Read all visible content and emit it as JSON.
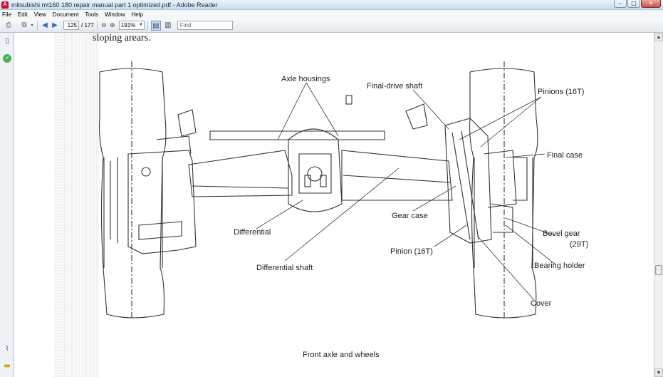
{
  "window": {
    "title": "mitsubishi mt160 180 repair manual part 1 optimized.pdf - Adobe Reader",
    "minimize": "–",
    "maximize": "□",
    "close": "✕"
  },
  "menu": [
    "File",
    "Edit",
    "View",
    "Document",
    "Tools",
    "Window",
    "Help"
  ],
  "toolbar": {
    "page_current": "125",
    "page_total": "/ 177",
    "zoom": "191%",
    "find_placeholder": "Find"
  },
  "document": {
    "body_text": "sloping arears.",
    "labels": {
      "axle_housings": "Axle housings",
      "final_drive_shaft": "Final-drive shaft",
      "pinions_16t": "Pinions (16T)",
      "final_case": "Final case",
      "gear_case": "Gear case",
      "differential": "Differential",
      "bevel_gear": "Bevel gear",
      "bevel_gear_teeth": "(29T)",
      "pinion_16t": "Pinion (16T)",
      "bearing_holder": "Bearing holder",
      "differential_shaft": "Differential shaft",
      "cover": "Cover"
    },
    "caption": "Front axle and wheels"
  },
  "icons": {
    "print": "printer-icon",
    "share": "share-icon",
    "prev": "arrow-up-icon",
    "next": "arrow-down-icon",
    "zoom_out": "zoom-out-icon",
    "zoom_in": "zoom-in-icon",
    "fit": "fit-page-icon",
    "pages": "pages-icon",
    "attach": "paperclip-icon",
    "comment": "comment-icon"
  }
}
